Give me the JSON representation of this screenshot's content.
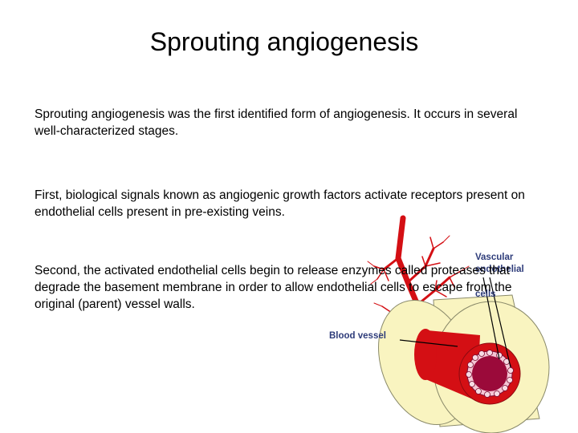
{
  "slide": {
    "title": "Sprouting angiogenesis",
    "paragraphs": [
      "Sprouting angiogenesis was the first identified form of angiogenesis. It occurs in several well-characterized stages.",
      "First, biological signals known as angiogenic growth factors activate receptors present on endothelial cells present in pre-existing veins.",
      "Second, the activated endothelial cells begin to release enzymes called proteases that degrade the basement membrane in order to allow endothelial cells to escape from the original (parent) vessel walls."
    ]
  },
  "figure": {
    "label_vascular": "Vascular",
    "label_endothelial": "endothelial",
    "label_cells": "cells",
    "label_blood_vessel": "Blood vessel",
    "colors": {
      "vessel_red": "#d40f14",
      "lumen": "#9b0a3a",
      "tissue": "#f9f4c0",
      "cell_pink": "#f4c6d4",
      "label_blue": "#2e3c7a"
    }
  }
}
